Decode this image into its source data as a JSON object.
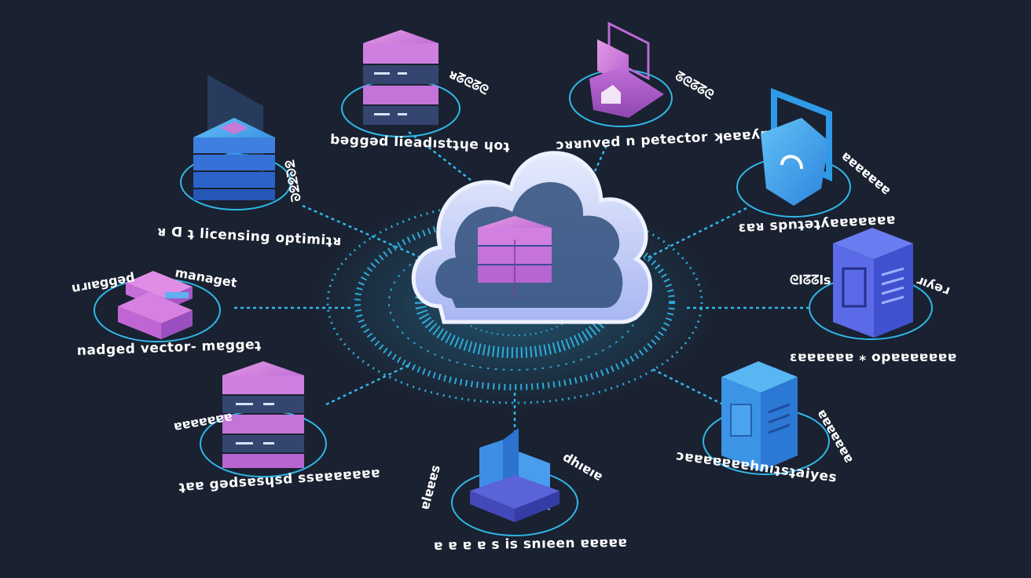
{
  "colors": {
    "background": "#1a2130",
    "accent_cyan": "#2fb8e8",
    "accent_pink": "#c86fd8",
    "accent_blue": "#3b8fe6",
    "cloud_fill": "#dfe6fb"
  },
  "hub": {
    "icon": "cloud-with-server-icon"
  },
  "nodes": [
    {
      "id": "top-left",
      "icon": "license-chip-stack-icon",
      "label_arc": "ᴚ ᗡ ʇ licensing optimiʇᴚ",
      "label_side": "ᘔᘓᘔᘔᘓ"
    },
    {
      "id": "top",
      "icon": "database-server-icon",
      "label_arc": "bəggəd lieadıstʇɥe ɥoʇ",
      "label_side": "ᴚᘔᘓᘔᘓ"
    },
    {
      "id": "top-right",
      "icon": "protector-tag-icon",
      "label_arc": "ɔᴚᴚnved n petector ʞeɐɐʎɐɐ",
      "label_side": "ᘔᘓᘔᘔᘓ"
    },
    {
      "id": "right-top",
      "icon": "shield-icon",
      "label_arc": "ɛɐᴚ spnʇəʇʎɐɐɐɐɐɐɐ",
      "label_side": "ɐɐɐɐɐɐɐ"
    },
    {
      "id": "right",
      "icon": "vector-cabinet-icon",
      "label_left": "ᘓlᘔᘔls",
      "label_right": "ɹıʎəɹ",
      "label_bottom": "ɛɐɐɐɐɐɐ ⁎  opɐɐɐɐɐɐɐ"
    },
    {
      "id": "right-bottom",
      "icon": "storage-cabinet-icon",
      "label_arc": "ɔɐɐɐɐɐɐɐhnıʇsʇaiyes",
      "label_side": "ɐɐɐɐɐɐɐ"
    },
    {
      "id": "bottom",
      "icon": "building-block-icon",
      "label_arc": "ɐ ɐ ɐ ɐ s is snıeen ɐɐɐɐɐ",
      "label_left": "ɐlɐɐɐs",
      "label_right": "dhıɐıɐ"
    },
    {
      "id": "bottom-left",
      "icon": "database-server-icon",
      "label_arc": "ʇɐɐ gədsɐsɥsd ssɐɐɐɐɐɐɐ",
      "label_side": "ɐɐɐɐɐɐɐ"
    },
    {
      "id": "left",
      "icon": "managed-vector-icon",
      "label_left": "uɹıɐggəd",
      "label_right": "managet",
      "label_bottom": "nadged vector- mɐggeʇ"
    }
  ]
}
